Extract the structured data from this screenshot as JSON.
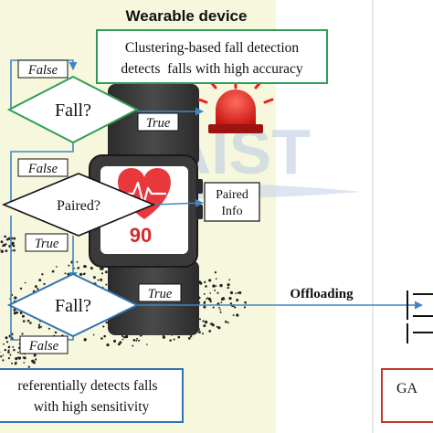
{
  "header": {
    "title": "Wearable device"
  },
  "watermark": "KAIST",
  "callouts": {
    "top": [
      "Clustering-based fall detection",
      "detects  falls with high accuracy"
    ],
    "bottom": [
      "referentially detects falls",
      "with high sensitivity"
    ]
  },
  "decisions": {
    "fall_top": "Fall?",
    "paired": "Paired?",
    "fall_bottom": "Fall?"
  },
  "edge_labels": {
    "false_1": "False",
    "true_1": "True",
    "false_2": "False",
    "true_2": "True",
    "true_3": "True",
    "false_3": "False"
  },
  "paired_info": [
    "Paired",
    "Info"
  ],
  "watch": {
    "reading": "90"
  },
  "offloading": {
    "label": "Offloading"
  },
  "right_box": {
    "label": "GA"
  },
  "colors": {
    "green_border": "#2e9e57",
    "blue_border": "#2f74b5",
    "arrow_blue": "#3f86c6",
    "panel_fill": "#f7f7de",
    "alarm_red": "#e8201a",
    "heart_red": "#e7393b",
    "box_red": "#c0392b"
  }
}
